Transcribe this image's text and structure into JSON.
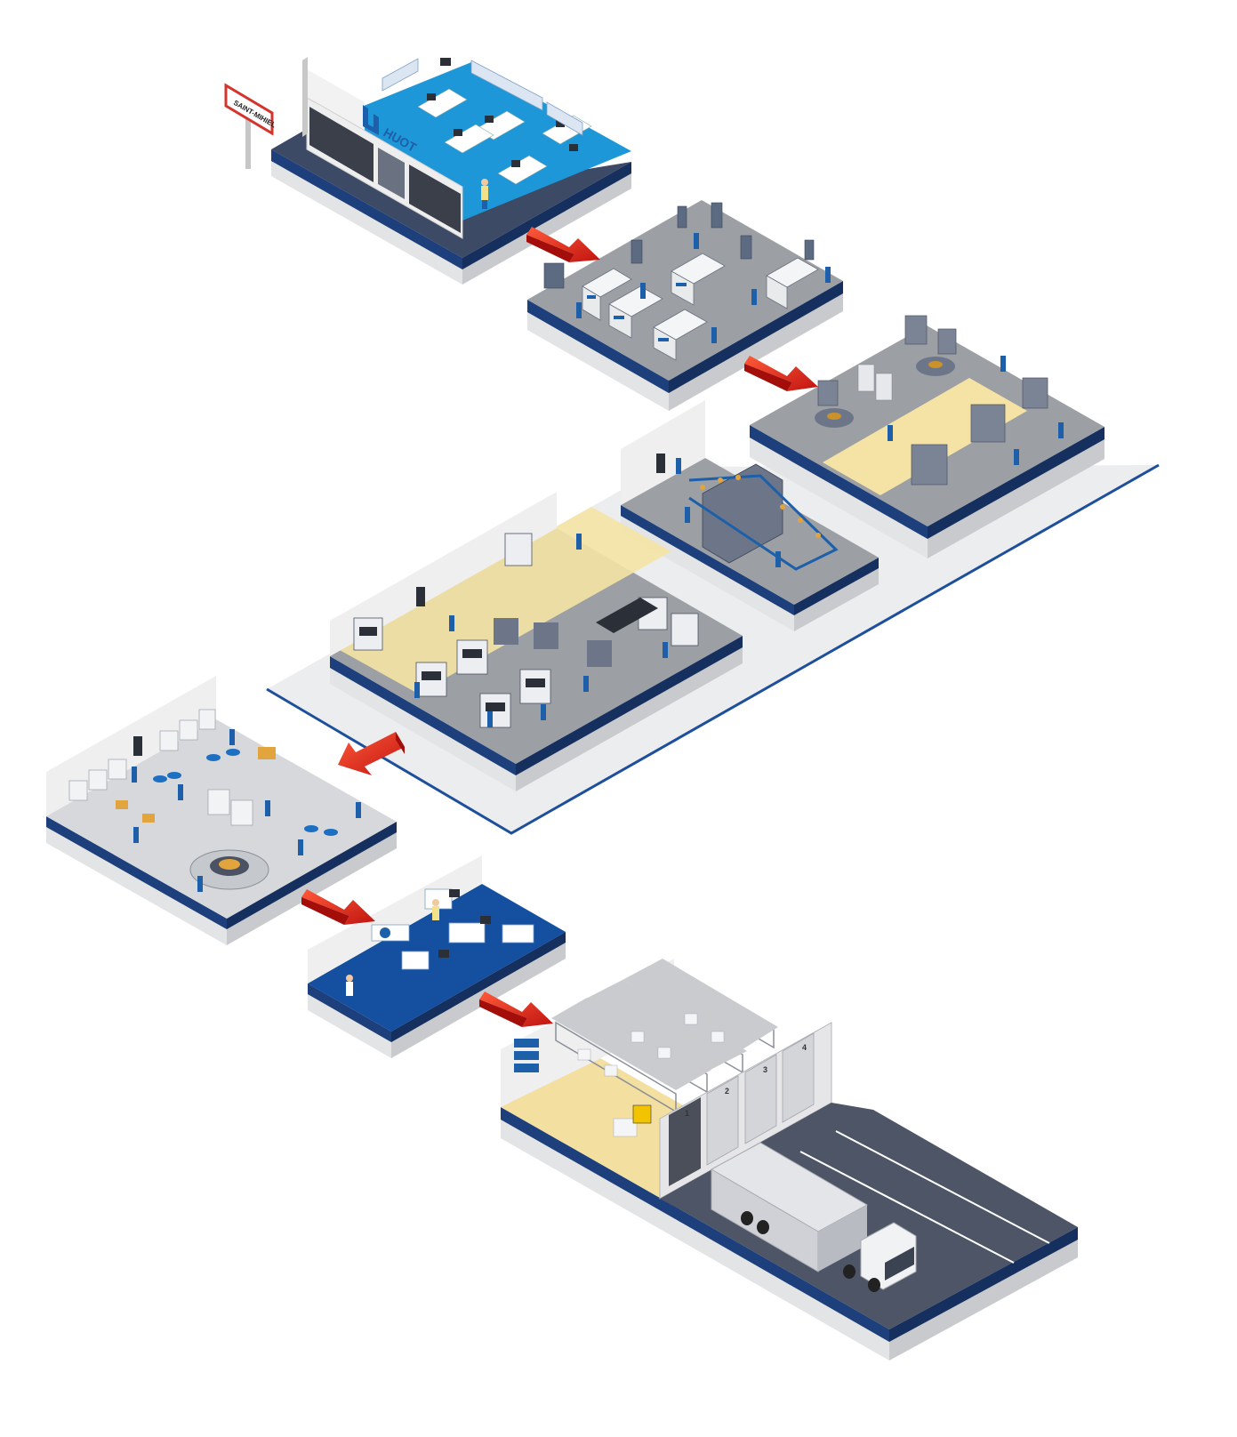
{
  "colors": {
    "brand_blue": "#1d5fa8",
    "office_floor": "#1e97d8",
    "dark_blue_floor": "#1550a0",
    "shop_floor": "#9c9fa4",
    "aisle": "#f4e3a4",
    "warehouse_floor": "#f3dfa0",
    "arrow_red": "#e32119",
    "road": "#4d5566",
    "platform": "#ecedef"
  },
  "sign": {
    "text": "SAINT-MIHIEL"
  },
  "brand": {
    "name": "HUOT"
  },
  "dock_numbers": [
    "1",
    "2",
    "3",
    "4"
  ],
  "arrows": [
    "red-arrow",
    "red-arrow",
    "red-arrow",
    "red-arrow",
    "red-arrow"
  ]
}
